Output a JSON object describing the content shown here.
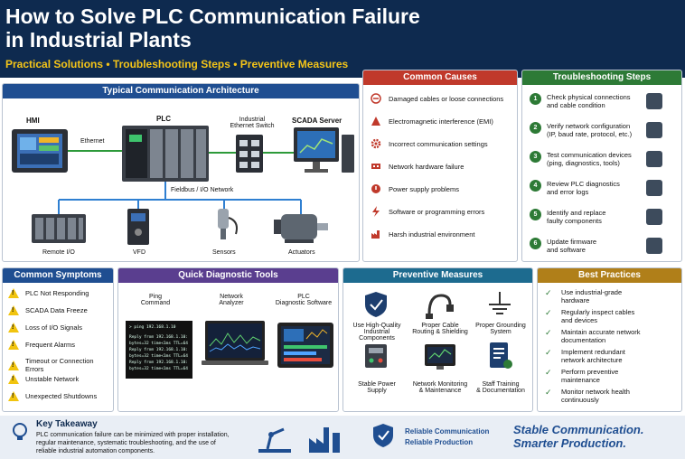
{
  "header": {
    "title_line1": "How to Solve PLC Communication Failure",
    "title_line2": "in Industrial Plants",
    "subtitle": "Practical Solutions • Troubleshooting Steps • Preventive Measures"
  },
  "architecture": {
    "title": "Typical Communication Architecture",
    "hmi": "HMI",
    "plc": "PLC",
    "switch_line1": "Industrial",
    "switch_line2": "Ethernet Switch",
    "scada": "SCADA Server",
    "ethernet": "Ethernet",
    "fieldbus": "Fieldbus / I/O Network",
    "remote_io": "Remote I/O",
    "vfd": "VFD",
    "sensors": "Sensors",
    "actuators": "Actuators"
  },
  "causes": {
    "title": "Common Causes",
    "items": [
      {
        "label": "Damaged cables or loose connections",
        "icon": "cable-icon"
      },
      {
        "label": "Electromagnetic interference (EMI)",
        "icon": "warning-icon"
      },
      {
        "label": "Incorrect communication settings",
        "icon": "gear-icon"
      },
      {
        "label": "Network hardware failure",
        "icon": "hardware-icon"
      },
      {
        "label": "Power supply problems",
        "icon": "power-icon"
      },
      {
        "label": "Software or programming errors",
        "icon": "bolt-icon"
      },
      {
        "label": "Harsh industrial environment",
        "icon": "factory-icon"
      }
    ]
  },
  "troubleshooting": {
    "title": "Troubleshooting Steps",
    "steps": [
      {
        "n": "1",
        "line1": "Check physical connections",
        "line2": "and cable condition"
      },
      {
        "n": "2",
        "line1": "Verify network configuration",
        "line2": "(IP, baud rate, protocol, etc.)"
      },
      {
        "n": "3",
        "line1": "Test communication devices",
        "line2": "(ping, diagnostics, tools)"
      },
      {
        "n": "4",
        "line1": "Review PLC diagnostics",
        "line2": "and error logs"
      },
      {
        "n": "5",
        "line1": "Identify and replace",
        "line2": "faulty components"
      },
      {
        "n": "6",
        "line1": "Update firmware",
        "line2": "and software"
      }
    ]
  },
  "symptoms": {
    "title": "Common Symptoms",
    "items": [
      "PLC Not Responding",
      "SCADA Data Freeze",
      "Loss of I/O Signals",
      "Frequent Alarms",
      "Timeout or Connection Errors",
      "Unstable Network",
      "Unexpected Shutdowns"
    ]
  },
  "tools": {
    "title": "Quick Diagnostic Tools",
    "ping_l1": "Ping",
    "ping_l2": "Command",
    "analyzer_l1": "Network",
    "analyzer_l2": "Analyzer",
    "plc_sw_l1": "PLC",
    "plc_sw_l2": "Diagnostic Software",
    "console": [
      "> ping 192.168.1.10",
      "Reply from 192.168.1.10:",
      "bytes=32 time<1ms TTL=64",
      "Reply from 192.168.1.10:",
      "bytes=32 time<1ms TTL=64",
      "Reply from 192.168.1.10:",
      "bytes=32 time<1ms TTL=64"
    ]
  },
  "preventive": {
    "title": "Preventive Measures",
    "items": [
      {
        "l1": "Use High-Quality",
        "l2": "Industrial Components"
      },
      {
        "l1": "Proper Cable",
        "l2": "Routing & Shielding"
      },
      {
        "l1": "Proper Grounding",
        "l2": "System"
      },
      {
        "l1": "Stable Power",
        "l2": "Supply"
      },
      {
        "l1": "Network Monitoring",
        "l2": "& Maintenance"
      },
      {
        "l1": "Staff Training",
        "l2": "& Documentation"
      }
    ]
  },
  "practices": {
    "title": "Best Practices",
    "items": [
      {
        "l1": "Use industrial-grade",
        "l2": "hardware"
      },
      {
        "l1": "Regularly inspect cables",
        "l2": "and devices"
      },
      {
        "l1": "Maintain accurate network",
        "l2": "documentation"
      },
      {
        "l1": "Implement redundant",
        "l2": "network architecture"
      },
      {
        "l1": "Perform preventive",
        "l2": "maintenance"
      },
      {
        "l1": "Monitor network health",
        "l2": "continuously"
      }
    ]
  },
  "footer": {
    "takeaway_title": "Key Takeaway",
    "takeaway_l1": "PLC communication failure can be minimized with proper installation,",
    "takeaway_l2": "regular maintenance, systematic troubleshooting, and the use of",
    "takeaway_l3": "reliable industrial automation components.",
    "reliable_l1": "Reliable Communication",
    "reliable_l2": "Reliable Production",
    "slogan_l1": "Stable Communication.",
    "slogan_l2": "Smarter Production."
  },
  "colors": {
    "navy": "#0e2a4f",
    "yellow": "#f5c518",
    "blue": "#1f4e91",
    "red": "#c0392b",
    "green": "#2d7a36",
    "purple": "#5a3e8f",
    "teal": "#1d6b8f",
    "gold": "#b07f19"
  }
}
